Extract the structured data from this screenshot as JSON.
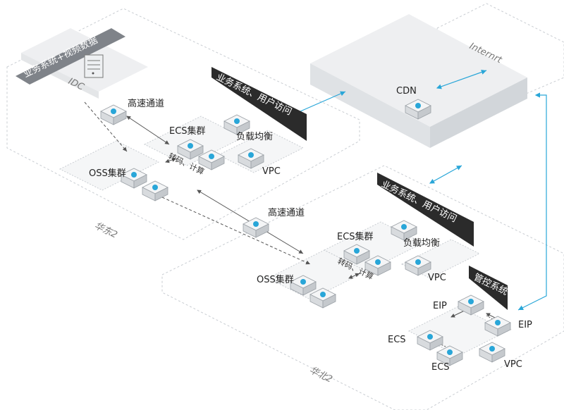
{
  "idc": {
    "title": "业务系统+视频数据",
    "label": "IDC"
  },
  "internet": {
    "label": "Internrt"
  },
  "cdn": {
    "label": "CDN"
  },
  "east": {
    "region": "华东2",
    "tag": "业务系统、用户访问",
    "high_speed": "高速通道",
    "ecs": "ECS集群",
    "slb": "负载均衡",
    "vpc": "VPC",
    "oss": "OSS集群",
    "transcode": "转码、计算"
  },
  "north": {
    "region": "华北2",
    "tag": "业务系统、用户访问",
    "high_speed": "高速通道",
    "ecs": "ECS集群",
    "slb": "负载均衡",
    "vpc": "VPC",
    "oss": "OSS集群",
    "transcode": "转码、计算"
  },
  "mgmt": {
    "tag": "管控系统",
    "eip_left": "EIP",
    "eip_right": "EIP",
    "ecs_top": "ECS",
    "ecs_bottom": "ECS",
    "vpc": "VPC"
  },
  "colors": {
    "accent": "#29a6d8",
    "tag_bg": "#2b2b2b",
    "region_fill": "#eeeff1",
    "border": "#c9cdd2"
  },
  "icons": [
    "server-icon",
    "network-node-icon",
    "cloud-icon"
  ]
}
